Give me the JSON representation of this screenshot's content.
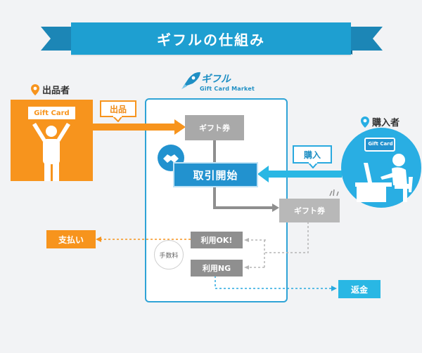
{
  "title": "ギフルの仕組み",
  "seller": {
    "label": "出品者",
    "card_text": "Gift Card"
  },
  "buyer": {
    "label": "購入者",
    "card_text": "Gift Card"
  },
  "logo": {
    "name": "ギフル",
    "sub": "Gift Card Market"
  },
  "flow": {
    "listing_label": "出品",
    "purchase_label": "購入",
    "gift_ticket_top": "ギフト券",
    "deal_start": "取引開始",
    "gift_ticket_right": "ギフト券",
    "use_ok": "利用OK!",
    "use_ng": "利用NG",
    "fee": "手数料",
    "payment": "支払い",
    "refund": "返金"
  },
  "colors": {
    "banner": "#1e9fd1",
    "seller": "#f7941d",
    "buyer": "#29aee3",
    "deal": "#2292cf"
  }
}
